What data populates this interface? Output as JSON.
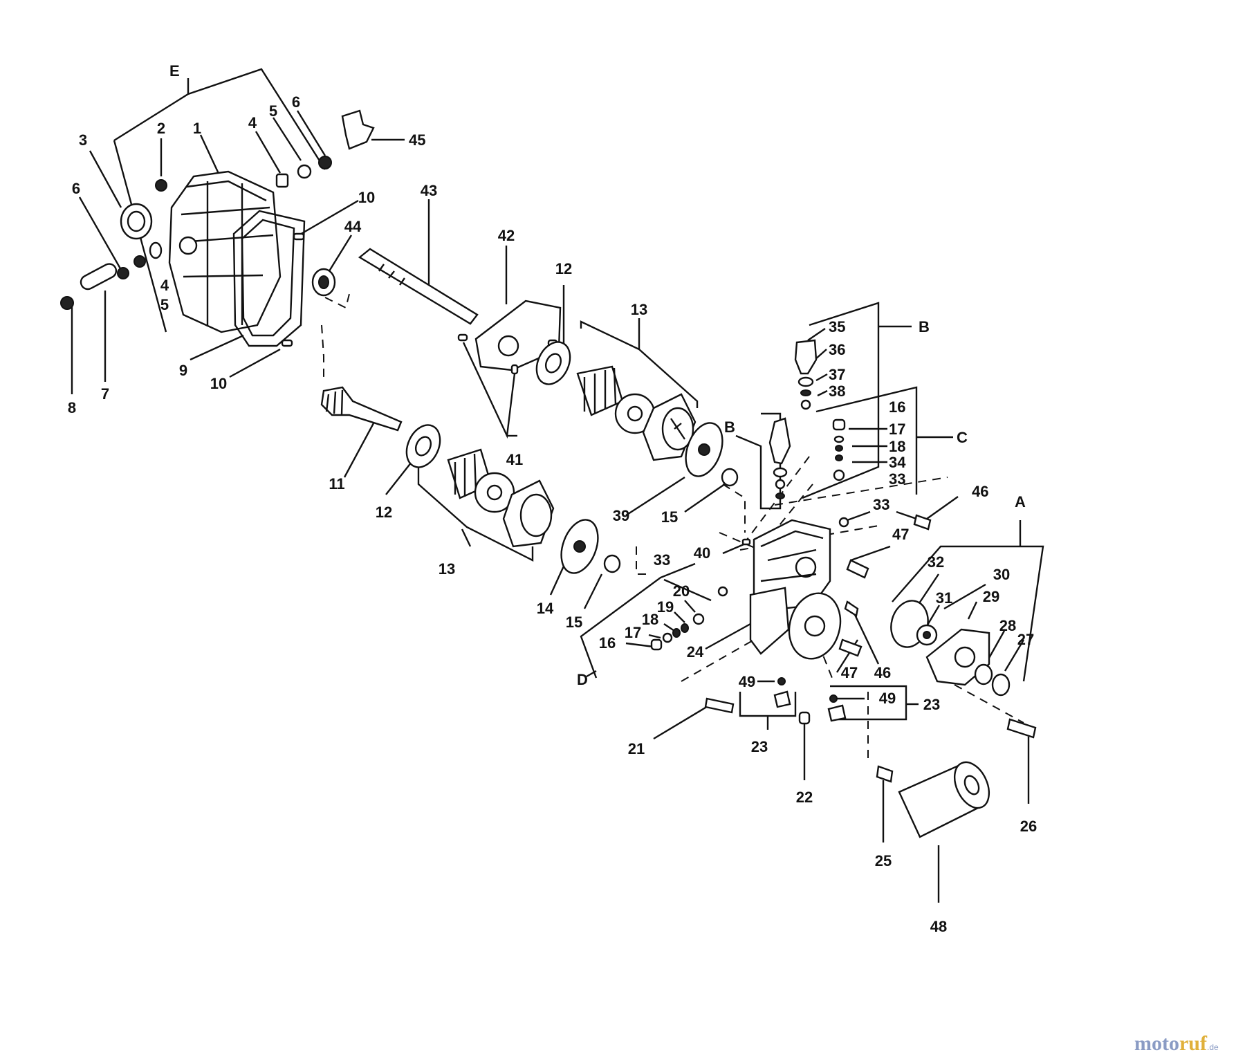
{
  "diagram": {
    "callouts": {
      "A": "A",
      "B": "B",
      "C": "C",
      "D": "D",
      "E": "E",
      "n1": "1",
      "n2": "2",
      "n3": "3",
      "n4": "4",
      "n5": "5",
      "n6": "6",
      "n7": "7",
      "n8": "8",
      "n9": "9",
      "n10": "10",
      "n11": "11",
      "n12": "12",
      "n13": "13",
      "n14": "14",
      "n15": "15",
      "n16": "16",
      "n17": "17",
      "n18": "18",
      "n19": "19",
      "n20": "20",
      "n21": "21",
      "n22": "22",
      "n23": "23",
      "n24": "24",
      "n25": "25",
      "n26": "26",
      "n27": "27",
      "n28": "28",
      "n29": "29",
      "n30": "30",
      "n31": "31",
      "n32": "32",
      "n33": "33",
      "n34": "34",
      "n35": "35",
      "n36": "36",
      "n37": "37",
      "n38": "38",
      "n39": "39",
      "n40": "40",
      "n41": "41",
      "n42": "42",
      "n43": "43",
      "n44": "44",
      "n45": "45",
      "n46": "46",
      "n47": "47",
      "n48": "48",
      "n49": "49"
    }
  },
  "watermark": {
    "text_a": "moto",
    "text_b": "ruf",
    "suffix": ".de"
  }
}
